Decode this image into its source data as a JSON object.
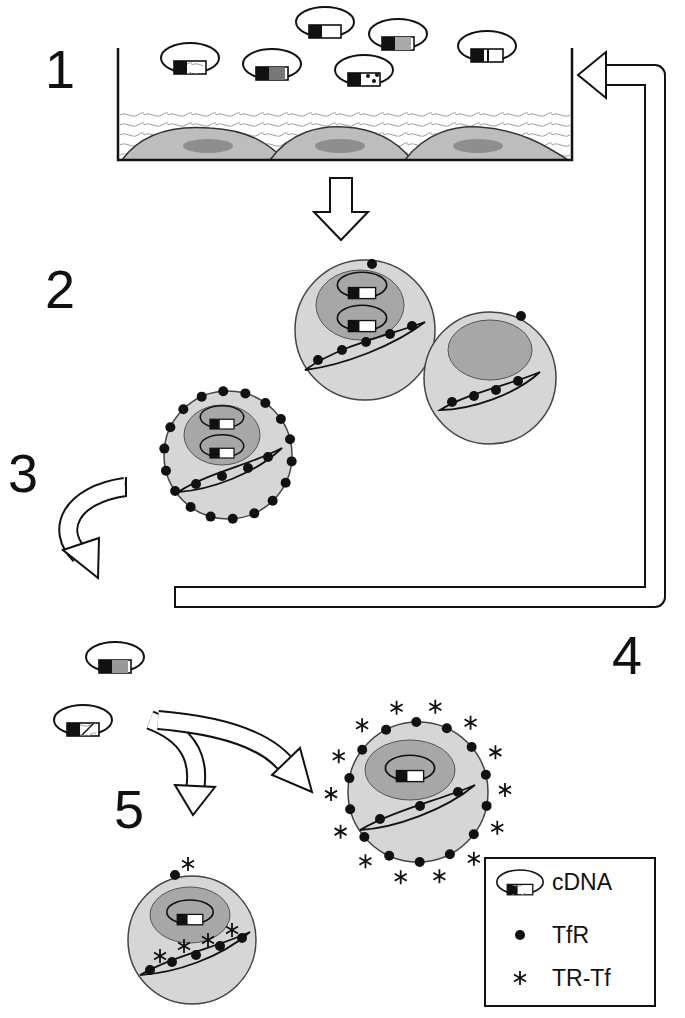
{
  "diagram": {
    "labels": [
      "1",
      "2",
      "3",
      "4",
      "5"
    ],
    "legend": [
      {
        "text": "cDNA"
      },
      {
        "text": "TfR"
      },
      {
        "text": "TR-Tf"
      }
    ]
  }
}
